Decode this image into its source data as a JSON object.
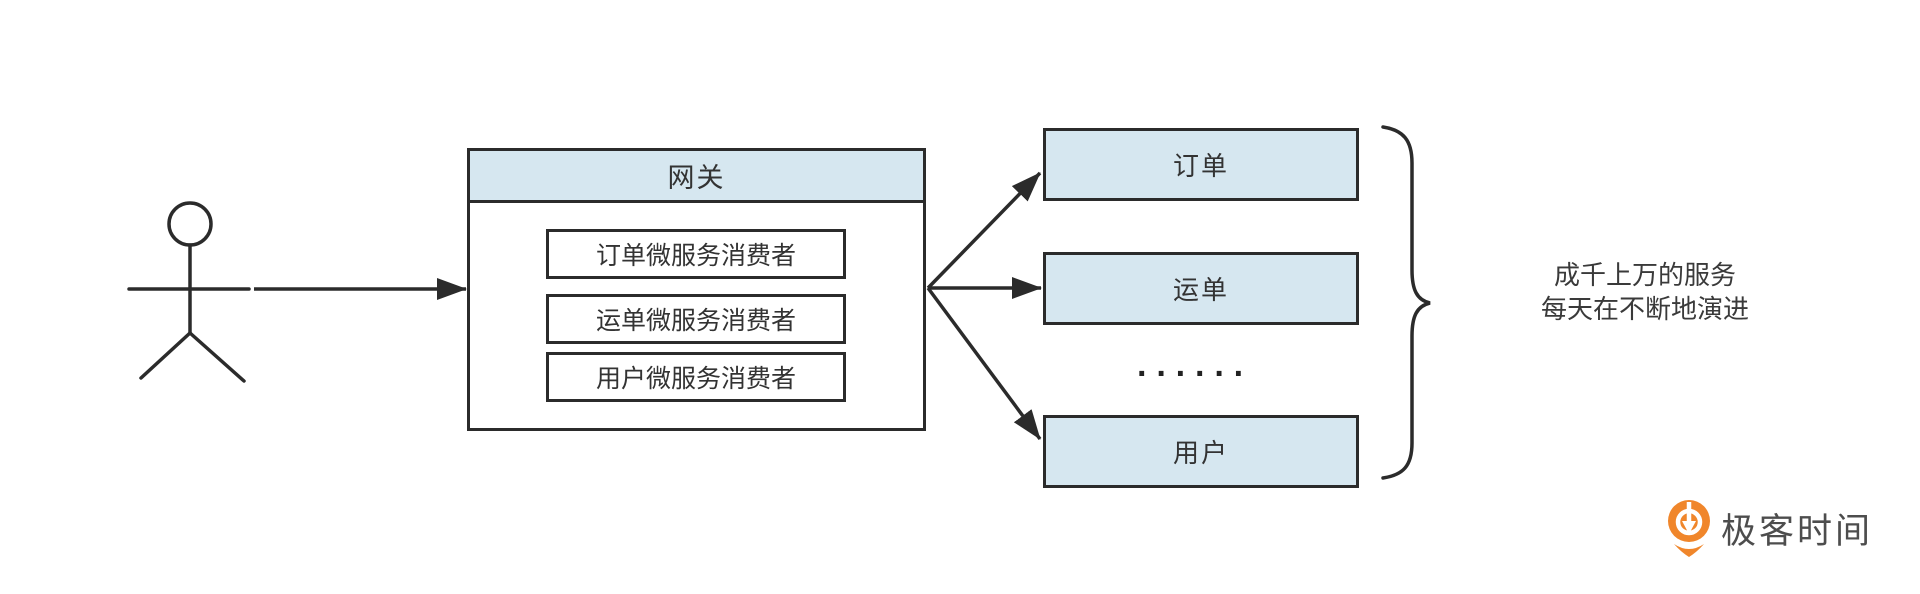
{
  "diagram": {
    "actor": {
      "icon": "stick-figure-person"
    },
    "gateway": {
      "title": "网关",
      "consumers": [
        "订单微服务消费者",
        "运单微服务消费者",
        "用户微服务消费者"
      ]
    },
    "services": [
      "订单",
      "运单",
      "用户"
    ],
    "ellipsis": "······",
    "annotation": {
      "line1": "成千上万的服务",
      "line2": "每天在不断地演进"
    }
  },
  "branding": {
    "logo_text": "极客时间"
  },
  "colors": {
    "box_fill_blue": "#d6e7f0",
    "stroke_dark": "#2b2b2b",
    "text_dark": "#333333",
    "logo_orange": "#f0862b",
    "logo_text_gray": "#4d4d4d"
  }
}
